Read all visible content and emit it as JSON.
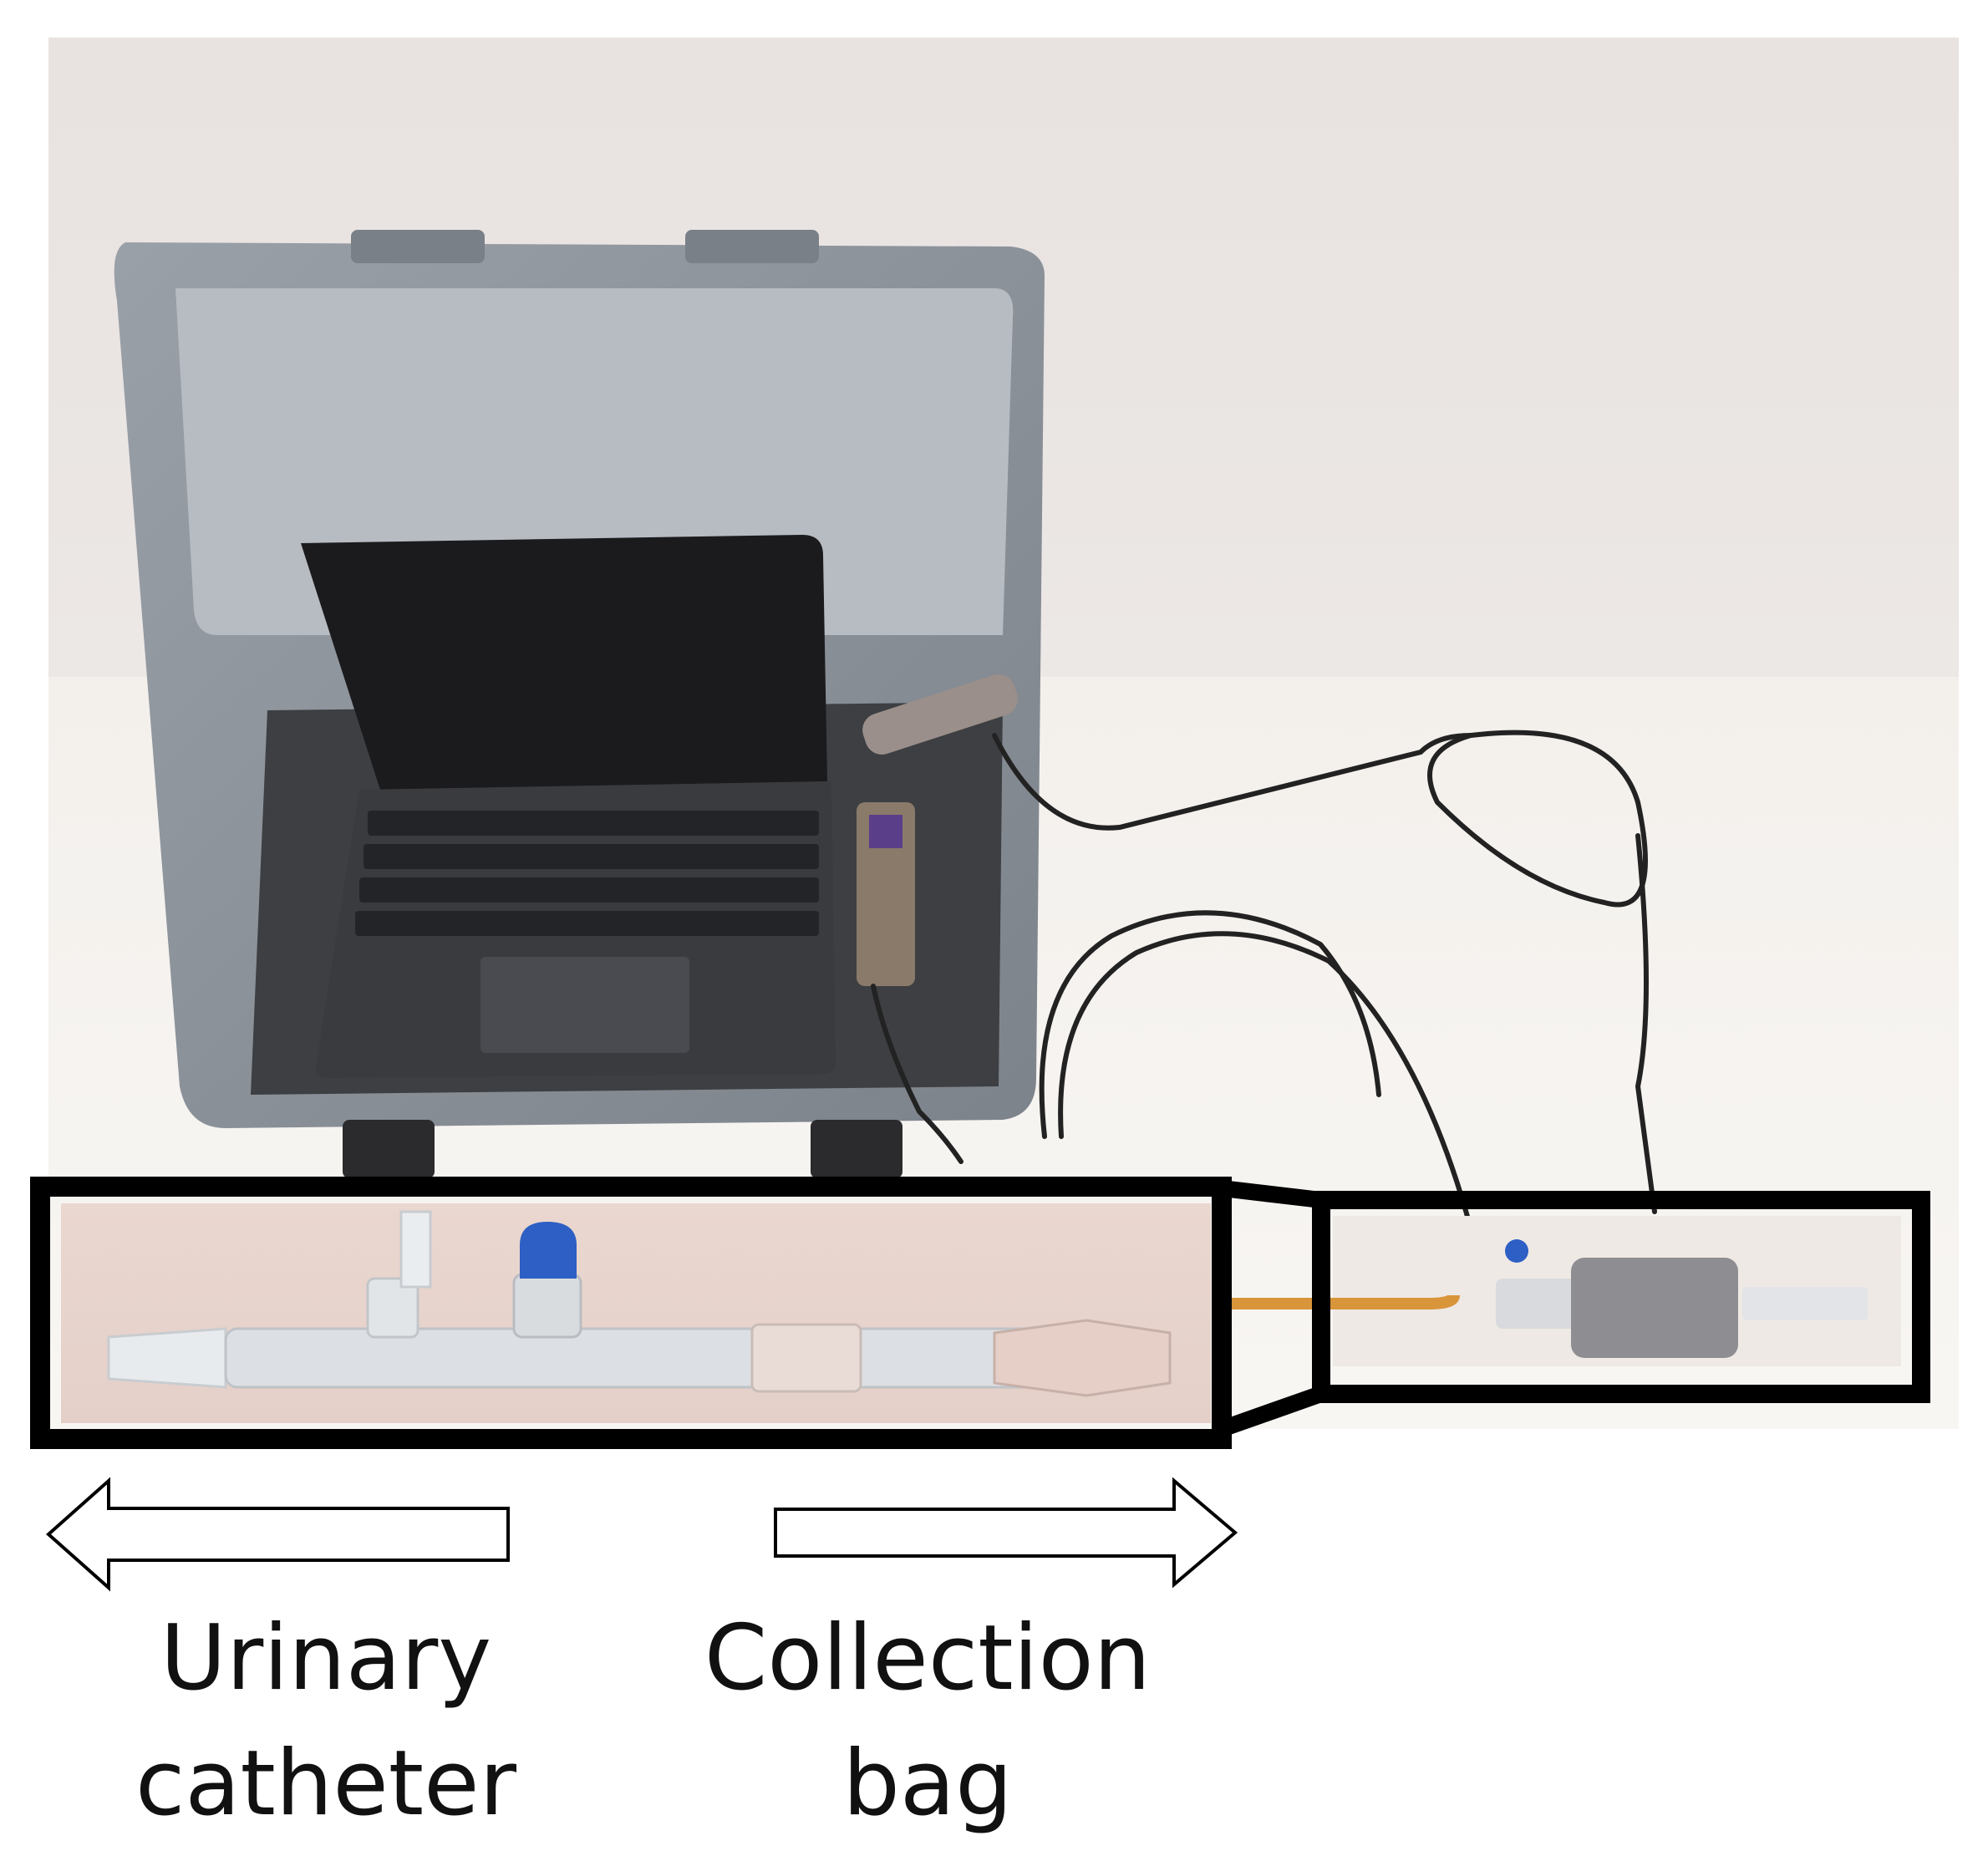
{
  "photo": {
    "objects": [
      "carrying-case",
      "tablet-computer",
      "keyboard",
      "usb-hub",
      "sensor-module",
      "cables",
      "urine-flow-sensor",
      "catheter-tubing"
    ]
  },
  "labels": {
    "left": {
      "line1": "Urinary",
      "line2": "catheter"
    },
    "right": {
      "line1": "Collection",
      "line2": "bag"
    }
  },
  "colors": {
    "wall": "#e6e0de",
    "table": "#f6f4f1",
    "case": "#8e949c",
    "frame": "#000000",
    "blue_cap": "#2d5fc4"
  }
}
